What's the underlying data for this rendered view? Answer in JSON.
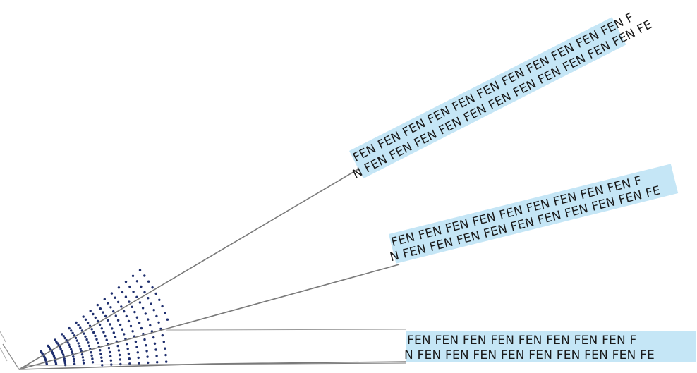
{
  "strips": [
    {
      "name": "upper",
      "angle": -27,
      "row_1": "FEN FEN FEN FEN FEN FEN FEN FEN FEN FEN FEN F",
      "row_2": "N FEN FEN FEN FEN FEN FEN FEN FEN FEN FEN FEN FE"
    },
    {
      "name": "middle",
      "angle": -14,
      "row_1": "FEN FEN FEN FEN FEN FEN FEN FEN FEN F",
      "row_2": "N FEN FEN FEN FEN FEN FEN FEN FEN FEN FE"
    },
    {
      "name": "lower",
      "angle": 0,
      "row_1": "FEN FEN FEN FEN FEN FEN FEN FEN F",
      "row_2": "N FEN FEN FEN FEN FEN FEN FEN FEN FE"
    }
  ],
  "colors": {
    "strip_fill": "#c5e6f6",
    "line": "#7a7a7a",
    "dots": "#1f2f6e"
  }
}
